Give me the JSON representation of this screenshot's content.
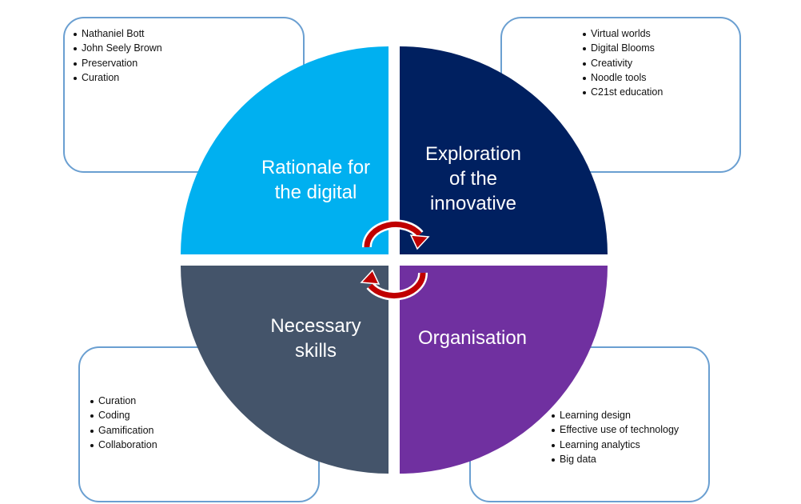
{
  "diagram": {
    "quadrants": [
      {
        "id": "top-left",
        "title_lines": [
          "Rationale for",
          "the digital"
        ],
        "color": "#00b0f0",
        "items": [
          "Nathaniel Bott",
          "John Seely Brown",
          "Preservation",
          "Curation"
        ]
      },
      {
        "id": "top-right",
        "title_lines": [
          "Exploration",
          "of the",
          "innovative"
        ],
        "color": "#002060",
        "items": [
          "Virtual worlds",
          "Digital Blooms",
          "Creativity",
          "Noodle tools",
          "C21st education"
        ]
      },
      {
        "id": "bottom-left",
        "title_lines": [
          "Necessary",
          "skills"
        ],
        "color": "#44546a",
        "items": [
          "Curation",
          "Coding",
          "Gamification",
          "Collaboration"
        ]
      },
      {
        "id": "bottom-right",
        "title_lines": [
          "Organisation"
        ],
        "color": "#7030a0",
        "items": [
          "Learning design",
          "Effective use of technology",
          "Learning analytics",
          "Big data"
        ]
      }
    ],
    "arrow_color": "#c00000",
    "box_border_color": "#6a9fd1"
  }
}
